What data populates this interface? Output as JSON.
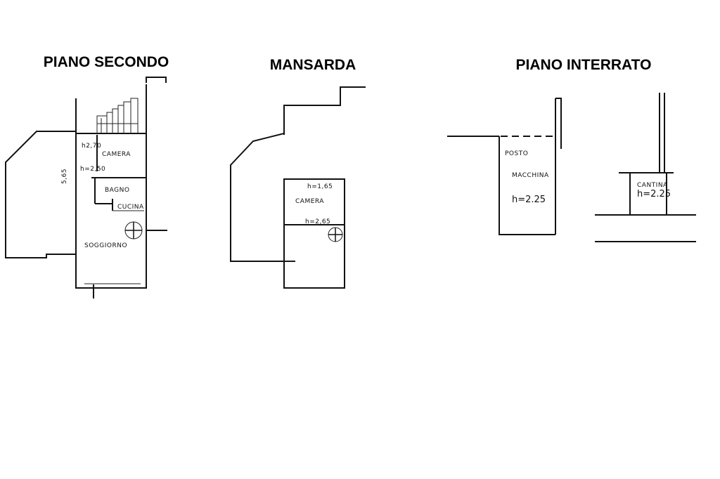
{
  "headings": {
    "piano_secondo": "PIANO SECONDO",
    "mansarda": "MANSARDA",
    "piano_interrato": "PIANO INTERRATO"
  },
  "piano_secondo": {
    "camera": "CAMERA",
    "bagno": "BAGNO",
    "cucina": "CUCINA",
    "soggiorno": "SOGGIORNO",
    "height_small": "h2,70",
    "height_camera": "h=2,50",
    "dimension": "5,65"
  },
  "mansarda": {
    "camera": "CAMERA",
    "height_top": "h=1,65",
    "height_bottom": "h=2,65"
  },
  "piano_interrato": {
    "posto": "POSTO",
    "macchina": "MACCHINA",
    "posto_height": "h=2.25",
    "cantina": "CANTINA",
    "cantina_height": "h=2.25"
  }
}
